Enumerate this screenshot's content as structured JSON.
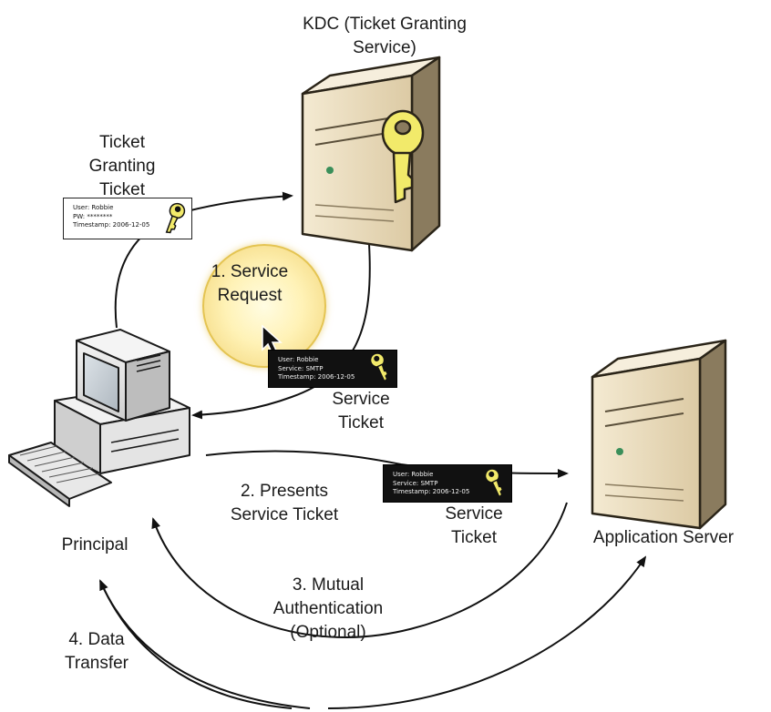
{
  "nodes": {
    "kdc": {
      "label_lines": [
        "KDC (Ticket Granting",
        "Service)"
      ]
    },
    "principal": {
      "label": "Principal"
    },
    "app_server": {
      "label": "Application Server"
    }
  },
  "tickets": {
    "tgt": {
      "caption_lines": [
        "Ticket",
        "Granting",
        "Ticket"
      ],
      "fields": [
        "User: Robbie",
        "PW: ********",
        "Timestamp: 2006-12-05"
      ]
    },
    "service_ticket_1": {
      "caption_lines": [
        "Service",
        "Ticket"
      ],
      "fields": [
        "User: Robbie",
        "Service: SMTP",
        "Timestamp: 2006-12-05"
      ]
    },
    "service_ticket_2": {
      "caption_lines": [
        "Service",
        "Ticket"
      ],
      "fields": [
        "User: Robbie",
        "Service: SMTP",
        "Timestamp: 2006-12-05"
      ]
    }
  },
  "steps": {
    "step1": {
      "lines": [
        "1. Service",
        "Request"
      ]
    },
    "step2": {
      "lines": [
        "2. Presents",
        "Service Ticket"
      ]
    },
    "step3": {
      "lines": [
        "3. Mutual",
        "Authentication",
        "(Optional)"
      ]
    },
    "step4": {
      "lines": [
        "4. Data",
        "Transfer"
      ]
    }
  },
  "colors": {
    "server_body": "#e9dcc0",
    "server_side": "#8a7b5e",
    "server_top": "#f6eedc",
    "key": "#f2ea6a",
    "highlight": "#f5e08a",
    "arrow": "#111111"
  },
  "icons": [
    "key-icon",
    "cursor-icon",
    "server-icon",
    "computer-icon"
  ]
}
